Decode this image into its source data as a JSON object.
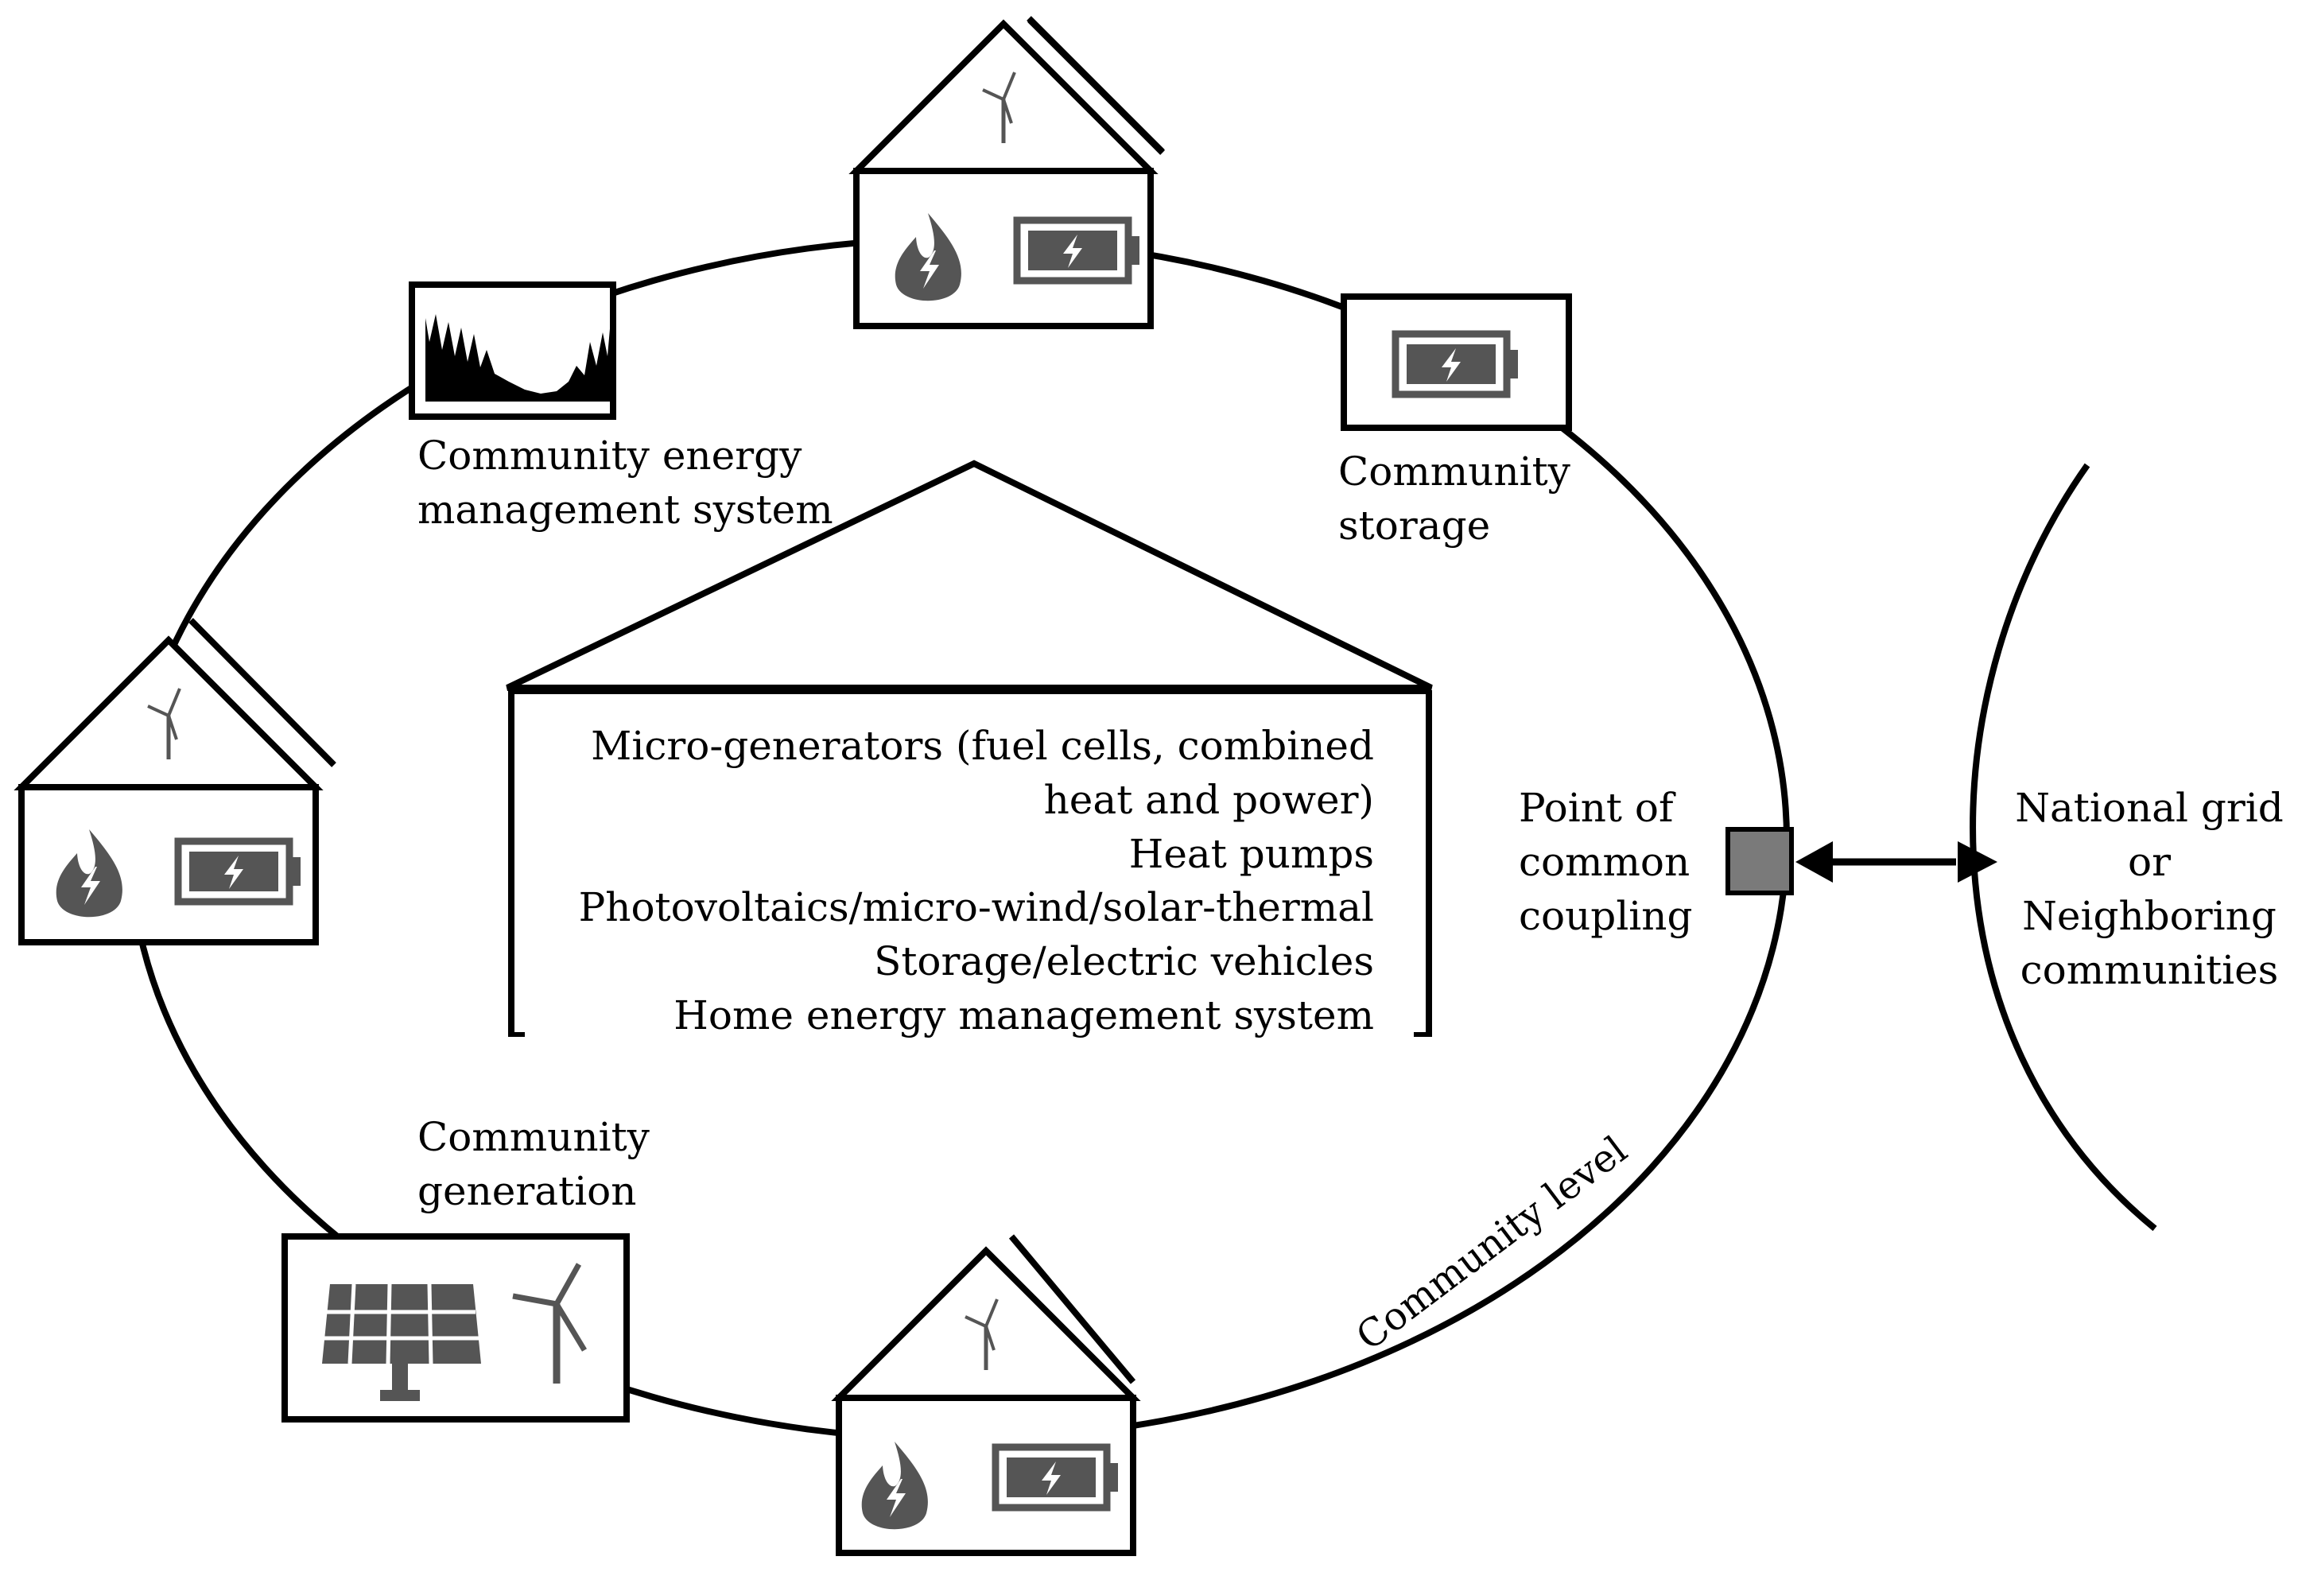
{
  "labels": {
    "cems_line1": "Community energy",
    "cems_line2": "management system",
    "storage_line1": "Community",
    "storage_line2": "storage",
    "generation_line1": "Community",
    "generation_line2": "generation",
    "pcc_line1": "Point of",
    "pcc_line2": "common",
    "pcc_line3": "coupling",
    "grid_line1": "National grid",
    "grid_line2": "or",
    "grid_line3": "Neighboring",
    "grid_line4": "communities",
    "ring_label": "Community level"
  },
  "home_components": [
    "Micro-generators (fuel cells, combined",
    "heat and power)",
    "Heat pumps",
    "Photovoltaics/micro-wind/solar-thermal",
    "Storage/electric vehicles",
    "Home energy management system"
  ],
  "icons": {
    "house": "house-icon",
    "wind": "wind-turbine-icon",
    "flame": "flame-icon",
    "battery": "battery-icon",
    "solar": "solar-panel-icon",
    "load_profile": "load-profile-icon"
  },
  "colors": {
    "stroke": "#000000",
    "icon_gray": "#555555",
    "pcc_fill": "#7a7a7a"
  }
}
